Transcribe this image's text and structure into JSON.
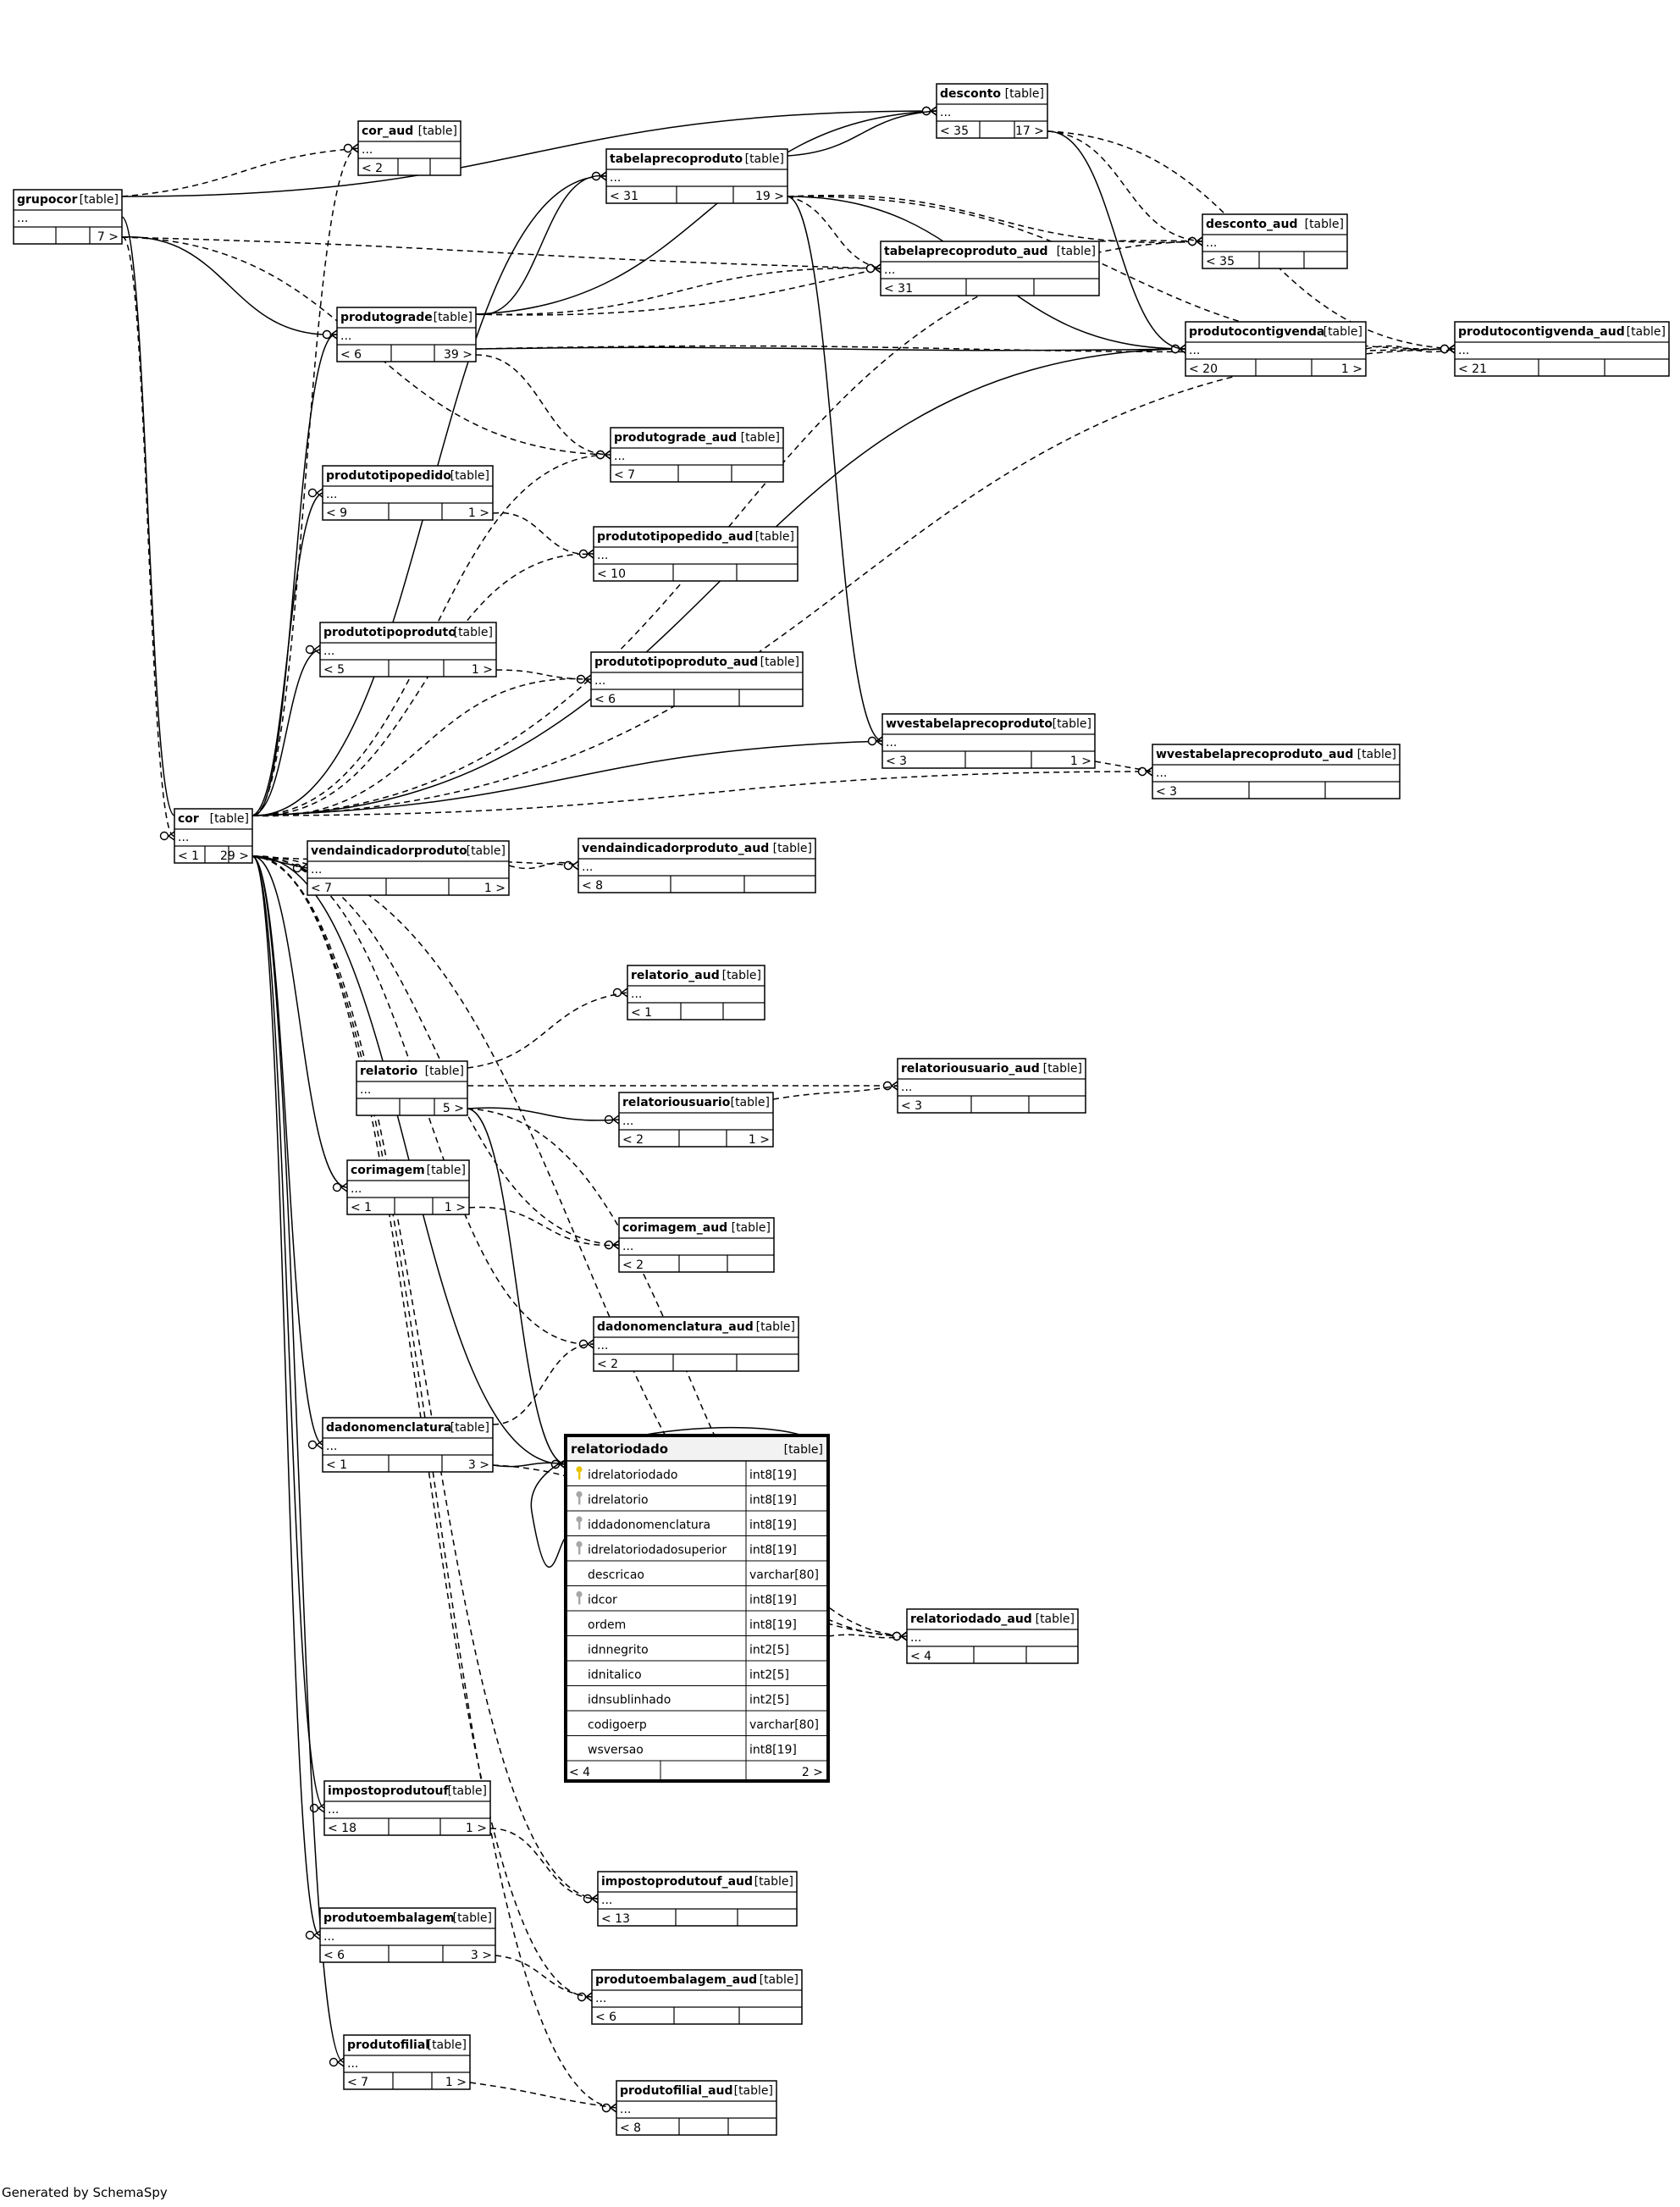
{
  "diagram": {
    "footer": "Generated by SchemaSpy",
    "table_tag": "[table]",
    "ellipsis": "...",
    "tables": [
      {
        "id": "grupocor",
        "name": "grupocor",
        "left": "",
        "right": "7 >"
      },
      {
        "id": "cor_aud",
        "name": "cor_aud",
        "left": "< 2",
        "right": ""
      },
      {
        "id": "tabelaprecoproduto",
        "name": "tabelaprecoproduto",
        "left": "< 31",
        "right": "19 >"
      },
      {
        "id": "desconto",
        "name": "desconto",
        "left": "< 35",
        "right": "17 >"
      },
      {
        "id": "tabelaprecoproduto_aud",
        "name": "tabelaprecoproduto_aud",
        "left": "< 31",
        "right": ""
      },
      {
        "id": "desconto_aud",
        "name": "desconto_aud",
        "left": "< 35",
        "right": ""
      },
      {
        "id": "produtograde",
        "name": "produtograde",
        "left": "< 6",
        "right": "39 >"
      },
      {
        "id": "produtocontigvenda",
        "name": "produtocontigvenda",
        "left": "< 20",
        "right": "1 >"
      },
      {
        "id": "produtocontigvenda_aud",
        "name": "produtocontigvenda_aud",
        "left": "< 21",
        "right": ""
      },
      {
        "id": "produtograde_aud",
        "name": "produtograde_aud",
        "left": "< 7",
        "right": ""
      },
      {
        "id": "produtotipopedido",
        "name": "produtotipopedido",
        "left": "< 9",
        "right": "1 >"
      },
      {
        "id": "produtotipopedido_aud",
        "name": "produtotipopedido_aud",
        "left": "< 10",
        "right": ""
      },
      {
        "id": "produtotipoproduto",
        "name": "produtotipoproduto",
        "left": "< 5",
        "right": "1 >"
      },
      {
        "id": "produtotipoproduto_aud",
        "name": "produtotipoproduto_aud",
        "left": "< 6",
        "right": ""
      },
      {
        "id": "wvestabelaprecoproduto",
        "name": "wvestabelaprecoproduto",
        "left": "< 3",
        "right": "1 >"
      },
      {
        "id": "wvestabelaprecoproduto_aud",
        "name": "wvestabelaprecoproduto_aud",
        "left": "< 3",
        "right": ""
      },
      {
        "id": "cor",
        "name": "cor",
        "left": "< 1",
        "right": "29 >"
      },
      {
        "id": "vendaindicadorproduto",
        "name": "vendaindicadorproduto",
        "left": "< 7",
        "right": "1 >"
      },
      {
        "id": "vendaindicadorproduto_aud",
        "name": "vendaindicadorproduto_aud",
        "left": "< 8",
        "right": ""
      },
      {
        "id": "relatorio_aud",
        "name": "relatorio_aud",
        "left": "< 1",
        "right": ""
      },
      {
        "id": "relatorio",
        "name": "relatorio",
        "left": "",
        "right": "5 >"
      },
      {
        "id": "relatoriousuario",
        "name": "relatoriousuario",
        "left": "< 2",
        "right": "1 >"
      },
      {
        "id": "relatoriousuario_aud",
        "name": "relatoriousuario_aud",
        "left": "< 3",
        "right": ""
      },
      {
        "id": "corimagem",
        "name": "corimagem",
        "left": "< 1",
        "right": "1 >"
      },
      {
        "id": "corimagem_aud",
        "name": "corimagem_aud",
        "left": "< 2",
        "right": ""
      },
      {
        "id": "dadonomenclatura_aud",
        "name": "dadonomenclatura_aud",
        "left": "< 2",
        "right": ""
      },
      {
        "id": "dadonomenclatura",
        "name": "dadonomenclatura",
        "left": "< 1",
        "right": "3 >"
      },
      {
        "id": "relatoriodado_aud",
        "name": "relatoriodado_aud",
        "left": "< 4",
        "right": ""
      },
      {
        "id": "impostoprodutouf",
        "name": "impostoprodutouf",
        "left": "< 18",
        "right": "1 >"
      },
      {
        "id": "impostoprodutouf_aud",
        "name": "impostoprodutouf_aud",
        "left": "< 13",
        "right": ""
      },
      {
        "id": "produtoembalagem",
        "name": "produtoembalagem",
        "left": "< 6",
        "right": "3 >"
      },
      {
        "id": "produtoembalagem_aud",
        "name": "produtoembalagem_aud",
        "left": "< 6",
        "right": ""
      },
      {
        "id": "produtofilial",
        "name": "produtofilial",
        "left": "< 7",
        "right": "1 >"
      },
      {
        "id": "produtofilial_aud",
        "name": "produtofilial_aud",
        "left": "< 8",
        "right": ""
      }
    ],
    "focus": {
      "name": "relatoriodado",
      "left": "< 4",
      "right": "2 >",
      "columns": [
        {
          "name": "idrelatoriodado",
          "type": "int8[19]",
          "key": "primary"
        },
        {
          "name": "idrelatorio",
          "type": "int8[19]",
          "key": "foreign"
        },
        {
          "name": "iddadonomenclatura",
          "type": "int8[19]",
          "key": "foreign"
        },
        {
          "name": "idrelatoriodadosuperior",
          "type": "int8[19]",
          "key": "foreign"
        },
        {
          "name": "descricao",
          "type": "varchar[80]",
          "key": ""
        },
        {
          "name": "idcor",
          "type": "int8[19]",
          "key": "foreign"
        },
        {
          "name": "ordem",
          "type": "int8[19]",
          "key": ""
        },
        {
          "name": "idnnegrito",
          "type": "int2[5]",
          "key": ""
        },
        {
          "name": "idnitalico",
          "type": "int2[5]",
          "key": ""
        },
        {
          "name": "idnsublinhado",
          "type": "int2[5]",
          "key": ""
        },
        {
          "name": "codigoerp",
          "type": "varchar[80]",
          "key": ""
        },
        {
          "name": "wsversao",
          "type": "int8[19]",
          "key": ""
        }
      ]
    },
    "relationships": [
      {
        "from": "grupocor",
        "to": "cor_aud",
        "style": "dashed"
      },
      {
        "from": "grupocor",
        "to": "produtograde",
        "style": "solid"
      },
      {
        "from": "grupocor",
        "to": "desconto",
        "style": "solid"
      },
      {
        "from": "grupocor",
        "to": "produtograde_aud",
        "style": "dashed"
      },
      {
        "from": "grupocor",
        "to": "tabelaprecoproduto_aud",
        "style": "dashed"
      },
      {
        "from": "grupocor",
        "to": "cor",
        "style": "dashed"
      },
      {
        "from": "cor",
        "to": "grupocor",
        "style": "solid"
      },
      {
        "from": "cor",
        "to": "cor_aud",
        "style": "dashed"
      },
      {
        "from": "cor",
        "to": "tabelaprecoproduto",
        "style": "solid"
      },
      {
        "from": "cor",
        "to": "produtograde",
        "style": "solid"
      },
      {
        "from": "cor",
        "to": "produtotipopedido",
        "style": "solid"
      },
      {
        "from": "cor",
        "to": "produtotipoproduto",
        "style": "solid"
      },
      {
        "from": "cor",
        "to": "produtograde_aud",
        "style": "dashed"
      },
      {
        "from": "cor",
        "to": "produtotipopedido_aud",
        "style": "dashed"
      },
      {
        "from": "cor",
        "to": "produtotipoproduto_aud",
        "style": "dashed"
      },
      {
        "from": "cor",
        "to": "wvestabelaprecoproduto",
        "style": "solid"
      },
      {
        "from": "cor",
        "to": "produtocontigvenda",
        "style": "solid"
      },
      {
        "from": "cor",
        "to": "wvestabelaprecoproduto_aud",
        "style": "dashed"
      },
      {
        "from": "cor",
        "to": "vendaindicadorproduto",
        "style": "solid"
      },
      {
        "from": "cor",
        "to": "vendaindicadorproduto_aud",
        "style": "dashed"
      },
      {
        "from": "cor",
        "to": "produtocontigvenda_aud",
        "style": "dashed"
      },
      {
        "from": "cor",
        "to": "desconto_aud",
        "style": "dashed"
      },
      {
        "from": "cor",
        "to": "corimagem",
        "style": "solid"
      },
      {
        "from": "cor",
        "to": "corimagem_aud",
        "style": "dashed"
      },
      {
        "from": "cor",
        "to": "dadonomenclatura",
        "style": "solid"
      },
      {
        "from": "cor",
        "to": "dadonomenclatura_aud",
        "style": "dashed"
      },
      {
        "from": "cor",
        "to": "relatoriodado",
        "style": "solid"
      },
      {
        "from": "cor",
        "to": "relatoriodado_aud",
        "style": "dashed"
      },
      {
        "from": "cor",
        "to": "impostoprodutouf",
        "style": "solid"
      },
      {
        "from": "cor",
        "to": "impostoprodutouf_aud",
        "style": "dashed"
      },
      {
        "from": "cor",
        "to": "produtoembalagem",
        "style": "solid"
      },
      {
        "from": "cor",
        "to": "produtoembalagem_aud",
        "style": "dashed"
      },
      {
        "from": "cor",
        "to": "produtofilial",
        "style": "solid"
      },
      {
        "from": "cor",
        "to": "produtofilial_aud",
        "style": "dashed"
      },
      {
        "from": "produtograde",
        "to": "tabelaprecoproduto",
        "style": "solid"
      },
      {
        "from": "produtograde",
        "to": "desconto",
        "style": "solid"
      },
      {
        "from": "produtograde",
        "to": "produtocontigvenda",
        "style": "solid"
      },
      {
        "from": "produtograde",
        "to": "produtograde_aud",
        "style": "dashed"
      },
      {
        "from": "produtograde",
        "to": "tabelaprecoproduto_aud",
        "style": "dashed"
      },
      {
        "from": "produtograde",
        "to": "desconto_aud",
        "style": "dashed"
      },
      {
        "from": "produtograde",
        "to": "produtocontigvenda_aud",
        "style": "dashed"
      },
      {
        "from": "tabelaprecoproduto",
        "to": "desconto",
        "style": "solid"
      },
      {
        "from": "tabelaprecoproduto",
        "to": "produtocontigvenda",
        "style": "solid"
      },
      {
        "from": "tabelaprecoproduto",
        "to": "wvestabelaprecoproduto",
        "style": "solid"
      },
      {
        "from": "tabelaprecoproduto",
        "to": "tabelaprecoproduto_aud",
        "style": "dashed"
      },
      {
        "from": "tabelaprecoproduto",
        "to": "desconto_aud",
        "style": "dashed"
      },
      {
        "from": "tabelaprecoproduto",
        "to": "produtocontigvenda_aud",
        "style": "dashed"
      },
      {
        "from": "desconto",
        "to": "produtocontigvenda",
        "style": "solid"
      },
      {
        "from": "desconto",
        "to": "desconto_aud",
        "style": "dashed"
      },
      {
        "from": "desconto",
        "to": "produtocontigvenda_aud",
        "style": "dashed"
      },
      {
        "from": "produtocontigvenda",
        "to": "produtocontigvenda_aud",
        "style": "dashed"
      },
      {
        "from": "produtotipopedido",
        "to": "produtotipopedido_aud",
        "style": "dashed"
      },
      {
        "from": "produtotipoproduto",
        "to": "produtotipoproduto_aud",
        "style": "dashed"
      },
      {
        "from": "wvestabelaprecoproduto",
        "to": "wvestabelaprecoproduto_aud",
        "style": "dashed"
      },
      {
        "from": "vendaindicadorproduto",
        "to": "vendaindicadorproduto_aud",
        "style": "dashed"
      },
      {
        "from": "relatorio",
        "to": "relatorio_aud",
        "style": "dashed"
      },
      {
        "from": "relatorio",
        "to": "relatoriousuario",
        "style": "solid"
      },
      {
        "from": "relatorio",
        "to": "relatoriousuario_aud",
        "style": "dashed"
      },
      {
        "from": "relatorio",
        "to": "relatoriodado",
        "style": "solid"
      },
      {
        "from": "relatorio",
        "to": "relatoriodado_aud",
        "style": "dashed"
      },
      {
        "from": "relatoriousuario",
        "to": "relatoriousuario_aud",
        "style": "dashed"
      },
      {
        "from": "corimagem",
        "to": "corimagem_aud",
        "style": "dashed"
      },
      {
        "from": "dadonomenclatura",
        "to": "dadonomenclatura_aud",
        "style": "dashed"
      },
      {
        "from": "dadonomenclatura",
        "to": "relatoriodado",
        "style": "solid"
      },
      {
        "from": "dadonomenclatura",
        "to": "relatoriodado_aud",
        "style": "dashed"
      },
      {
        "from": "relatoriodado",
        "to": "relatoriodado",
        "style": "solid"
      },
      {
        "from": "relatoriodado",
        "to": "relatoriodado_aud",
        "style": "dashed"
      },
      {
        "from": "impostoprodutouf",
        "to": "impostoprodutouf_aud",
        "style": "dashed"
      },
      {
        "from": "produtoembalagem",
        "to": "produtoembalagem_aud",
        "style": "dashed"
      },
      {
        "from": "produtofilial",
        "to": "produtofilial_aud",
        "style": "dashed"
      }
    ]
  }
}
